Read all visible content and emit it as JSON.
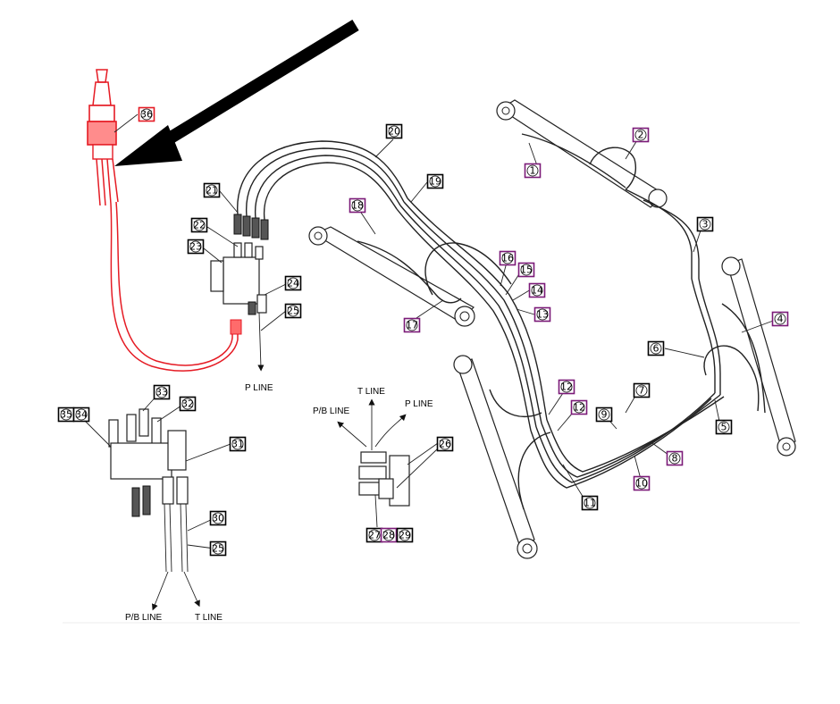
{
  "colors": {
    "highlight": "#e51b24",
    "callout_black": "#000000",
    "callout_purple": "#7b1a78",
    "arrow": "#000000"
  },
  "labels": {
    "p_line_top": "P LINE",
    "t_line_mid": "T LINE",
    "pb_line_mid": "P/B LINE",
    "p_line_mid": "P LINE",
    "pb_line_bottom": "P/B LINE",
    "t_line_bottom": "T LINE"
  },
  "callouts": [
    {
      "id": "c36",
      "num": "36",
      "style": "red"
    },
    {
      "id": "c20",
      "num": "20",
      "style": "black"
    },
    {
      "id": "c19",
      "num": "19",
      "style": "black"
    },
    {
      "id": "c21",
      "num": "21",
      "style": "black"
    },
    {
      "id": "c22",
      "num": "22",
      "style": "black"
    },
    {
      "id": "c23",
      "num": "23",
      "style": "black"
    },
    {
      "id": "c24",
      "num": "24",
      "style": "black"
    },
    {
      "id": "c25a",
      "num": "25",
      "style": "black"
    },
    {
      "id": "c18",
      "num": "18",
      "style": "purple"
    },
    {
      "id": "c17",
      "num": "17",
      "style": "purple"
    },
    {
      "id": "c16",
      "num": "16",
      "style": "purple"
    },
    {
      "id": "c15",
      "num": "15",
      "style": "purple"
    },
    {
      "id": "c14",
      "num": "14",
      "style": "purple"
    },
    {
      "id": "c13",
      "num": "13",
      "style": "purple"
    },
    {
      "id": "c2",
      "num": "2",
      "style": "purple"
    },
    {
      "id": "c1",
      "num": "1",
      "style": "purple"
    },
    {
      "id": "c3",
      "num": "3",
      "style": "black"
    },
    {
      "id": "c4",
      "num": "4",
      "style": "purple"
    },
    {
      "id": "c6",
      "num": "6",
      "style": "black"
    },
    {
      "id": "c7",
      "num": "7",
      "style": "black"
    },
    {
      "id": "c5",
      "num": "5",
      "style": "black"
    },
    {
      "id": "c8",
      "num": "8",
      "style": "purple"
    },
    {
      "id": "c9",
      "num": "9",
      "style": "black"
    },
    {
      "id": "c10",
      "num": "10",
      "style": "purple"
    },
    {
      "id": "c11",
      "num": "11",
      "style": "black"
    },
    {
      "id": "c12a",
      "num": "12",
      "style": "purple"
    },
    {
      "id": "c12b",
      "num": "12",
      "style": "purple"
    },
    {
      "id": "c35",
      "num": "35",
      "style": "black"
    },
    {
      "id": "c34",
      "num": "34",
      "style": "black"
    },
    {
      "id": "c33",
      "num": "33",
      "style": "black"
    },
    {
      "id": "c32",
      "num": "32",
      "style": "black"
    },
    {
      "id": "c31",
      "num": "31",
      "style": "black"
    },
    {
      "id": "c30",
      "num": "30",
      "style": "black"
    },
    {
      "id": "c25b",
      "num": "25",
      "style": "black"
    },
    {
      "id": "c26",
      "num": "26",
      "style": "black"
    },
    {
      "id": "c27",
      "num": "27",
      "style": "black"
    },
    {
      "id": "c28",
      "num": "28",
      "style": "purple"
    },
    {
      "id": "c29",
      "num": "29",
      "style": "black"
    }
  ]
}
